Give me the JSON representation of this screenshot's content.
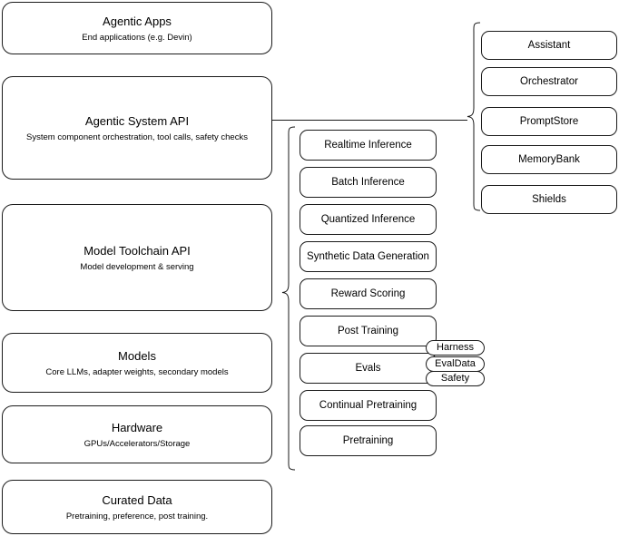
{
  "diagram": {
    "title": "AI stack layered architecture",
    "stroke_color": "#1a1a1a",
    "background_color": "#ffffff"
  },
  "layers": [
    {
      "id": "agentic-apps",
      "title": "Agentic Apps",
      "subtitle": "End applications (e.g. Devin)"
    },
    {
      "id": "agentic-system-api",
      "title": "Agentic System API",
      "subtitle": "System component orchestration, tool calls, safety checks"
    },
    {
      "id": "model-toolchain-api",
      "title": "Model Toolchain API",
      "subtitle": "Model development & serving"
    },
    {
      "id": "models",
      "title": "Models",
      "subtitle": "Core LLMs, adapter weights, secondary models"
    },
    {
      "id": "hardware",
      "title": "Hardware",
      "subtitle": "GPUs/Accelerators/Storage"
    },
    {
      "id": "curated-data",
      "title": "Curated Data",
      "subtitle": "Pretraining, preference, post training."
    }
  ],
  "toolchain_components": [
    {
      "id": "realtime-inference",
      "label": "Realtime Inference"
    },
    {
      "id": "batch-inference",
      "label": "Batch Inference"
    },
    {
      "id": "quantized-inference",
      "label": "Quantized Inference"
    },
    {
      "id": "synthetic-data-generation",
      "label": "Synthetic Data Generation"
    },
    {
      "id": "reward-scoring",
      "label": "Reward Scoring"
    },
    {
      "id": "post-training",
      "label": "Post Training"
    },
    {
      "id": "evals",
      "label": "Evals"
    },
    {
      "id": "continual-pretraining",
      "label": "Continual Pretraining"
    },
    {
      "id": "pretraining",
      "label": "Pretraining"
    }
  ],
  "agentic_components": [
    {
      "id": "assistant",
      "label": "Assistant"
    },
    {
      "id": "orchestrator",
      "label": "Orchestrator"
    },
    {
      "id": "promptstore",
      "label": "PromptStore"
    },
    {
      "id": "memorybank",
      "label": "MemoryBank"
    },
    {
      "id": "shields",
      "label": "Shields"
    }
  ],
  "evals_badges": [
    {
      "id": "harness",
      "label": "Harness"
    },
    {
      "id": "evaldata",
      "label": "EvalData"
    },
    {
      "id": "safety",
      "label": "Safety"
    }
  ]
}
